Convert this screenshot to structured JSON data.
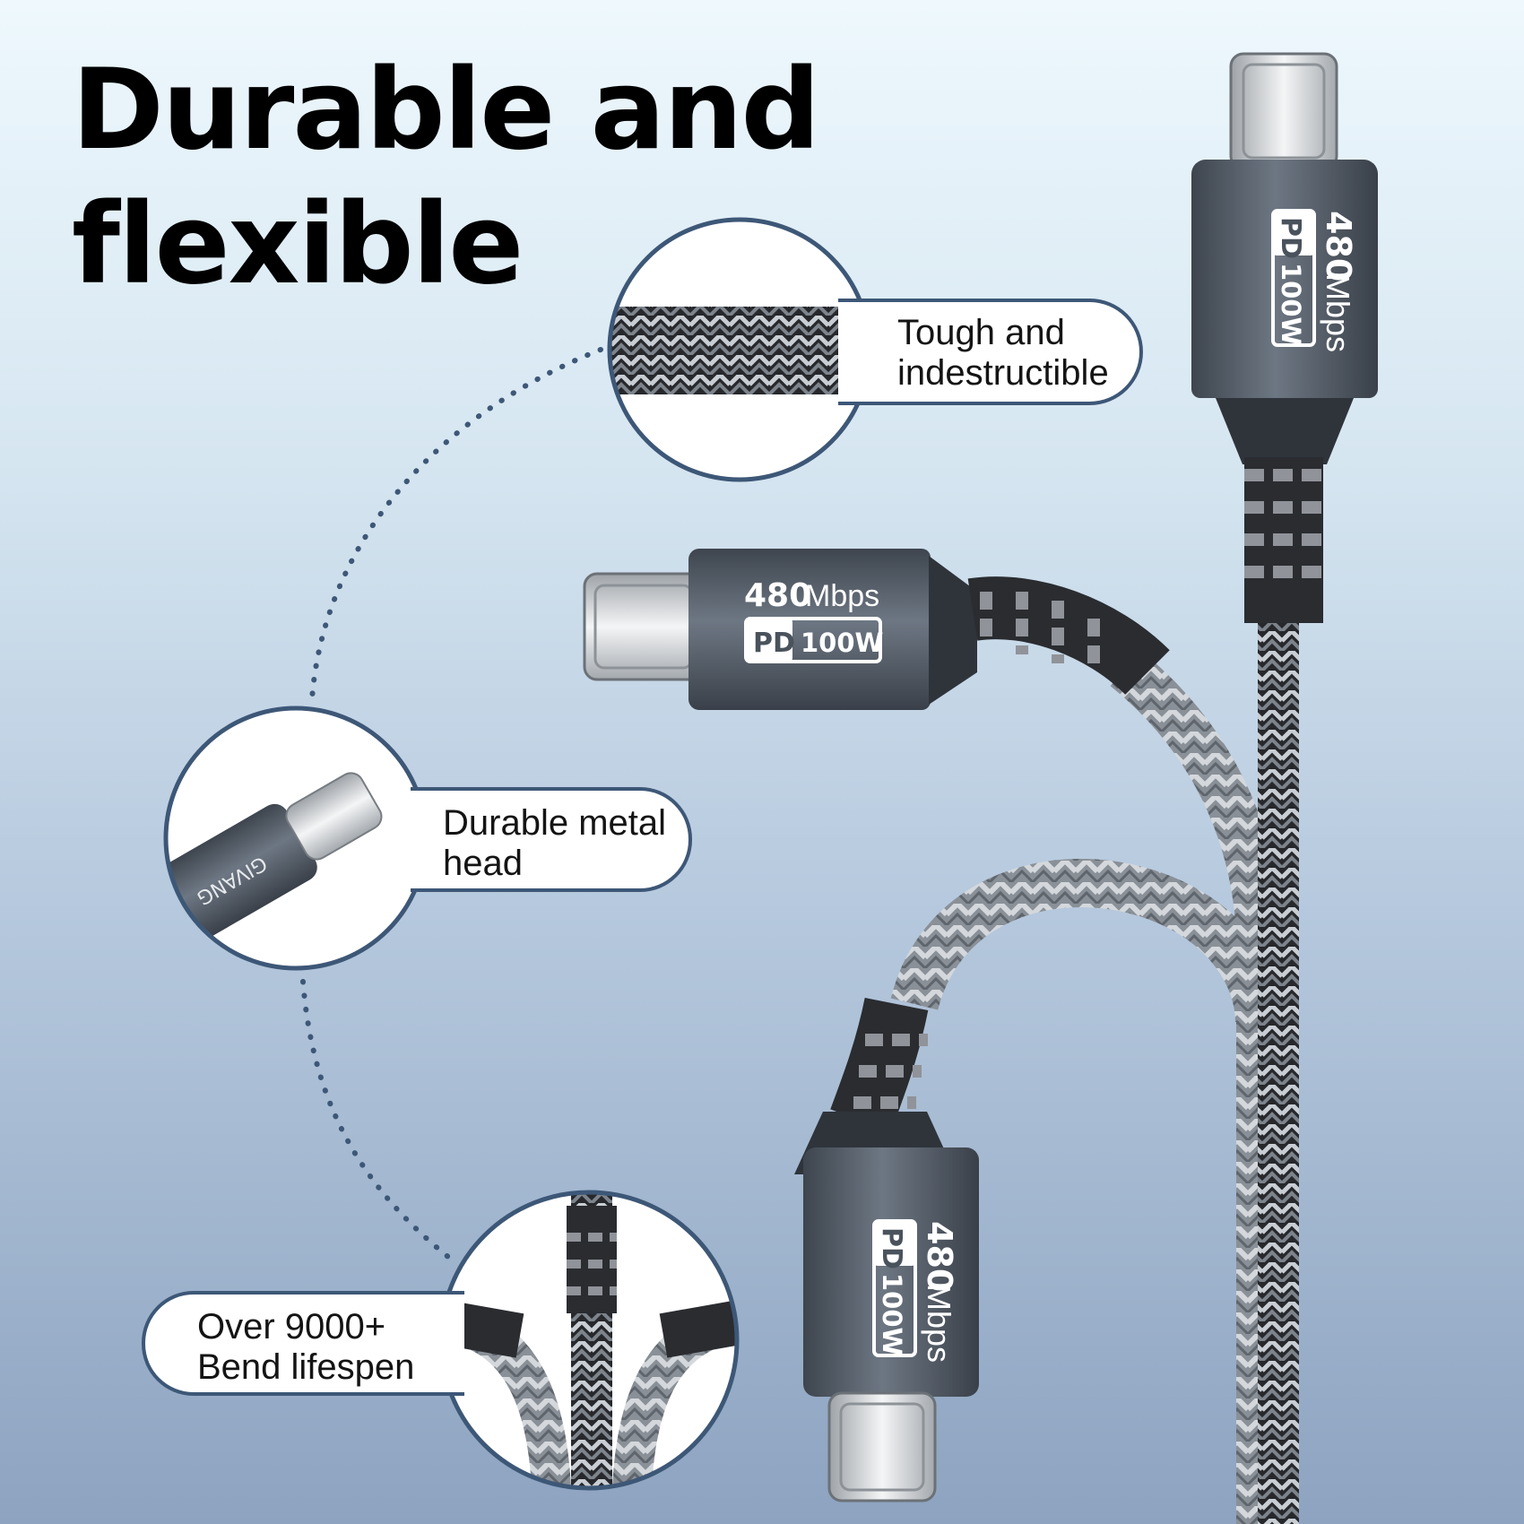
{
  "headline": {
    "line1": "Durable and",
    "line2": "flexible"
  },
  "features": [
    {
      "line1": "Tough and",
      "line2": "indestructible"
    },
    {
      "line1": "Durable metal",
      "line2": "head"
    },
    {
      "line1": "Over 9000+",
      "line2": "Bend lifespen"
    }
  ],
  "connector_labels": {
    "speed_number": "480",
    "speed_unit": "Mbps",
    "pd": "PD",
    "power": "100W"
  },
  "brand_mark": "GIVANG",
  "colors": {
    "bg_top": "#eef8fd",
    "bg_bottom": "#8da3c0",
    "callout_border": "#3d5777",
    "dots": "#3d5777",
    "connector_housing": "#5b6470",
    "braid_dark": "#2b2d31",
    "braid_light": "#b9bec4",
    "text": "#000000"
  },
  "icons": [
    "usb-c-connector-icon",
    "braided-cable-icon",
    "dotted-arc-icon"
  ]
}
